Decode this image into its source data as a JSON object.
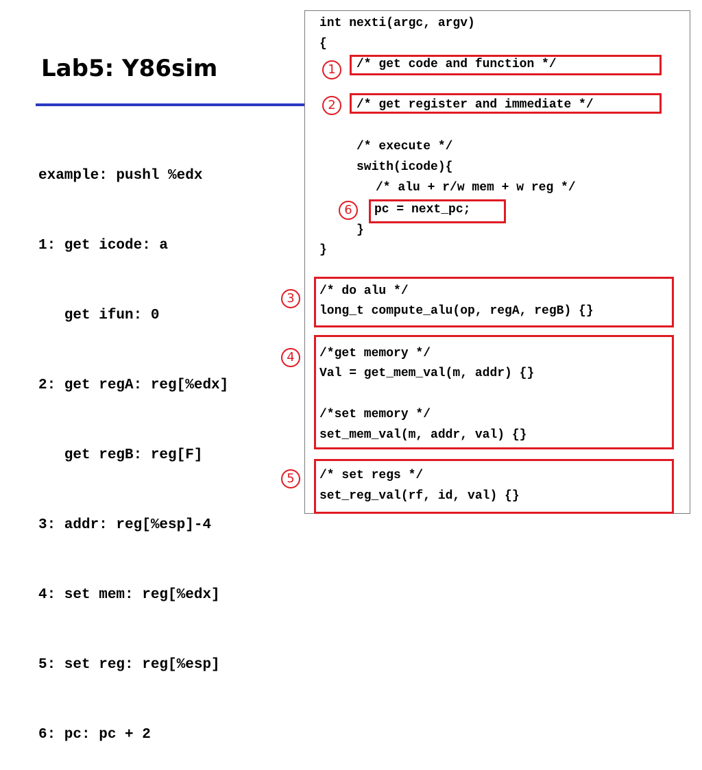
{
  "slide": {
    "title": "Lab5: Y86sim"
  },
  "left_example": {
    "lines": [
      "example: pushl %edx",
      "1: get icode: a",
      "   get ifun: 0",
      "2: get regA: reg[%edx]",
      "   get regB: reg[F]",
      "3: addr: reg[%esp]-4",
      "4: set mem: reg[%edx]",
      "5: set reg: reg[%esp]",
      "6: pc: pc + 2"
    ]
  },
  "code": {
    "signature": "int nexti(argc, argv)",
    "open_brace": "{",
    "comment_get_code": "/* get code and function */",
    "comment_get_register": "/* get register and immediate */",
    "comment_execute": "/* execute */",
    "switch_line": "swith(icode){",
    "comment_alu_mem_reg": "/* alu + r/w mem + w reg */",
    "pc_update": "pc = next_pc;",
    "inner_close": "}",
    "outer_close": "}",
    "alu_comment": "/* do alu */",
    "alu_func": "long_t compute_alu(op, regA, regB) {}",
    "get_mem_comment": "/*get memory */",
    "get_mem_func": "Val = get_mem_val(m, addr) {}",
    "set_mem_comment": "/*set memory */",
    "set_mem_func": "set_mem_val(m, addr, val) {}",
    "set_regs_comment": "/* set regs */",
    "set_regs_func": "set_reg_val(rf, id, val) {}"
  },
  "markers": {
    "m1": "1",
    "m2": "2",
    "m3": "3",
    "m4": "4",
    "m5": "5",
    "m6": "6"
  },
  "colors": {
    "highlight": "#e01b24",
    "rule": "#2b3ac2"
  }
}
